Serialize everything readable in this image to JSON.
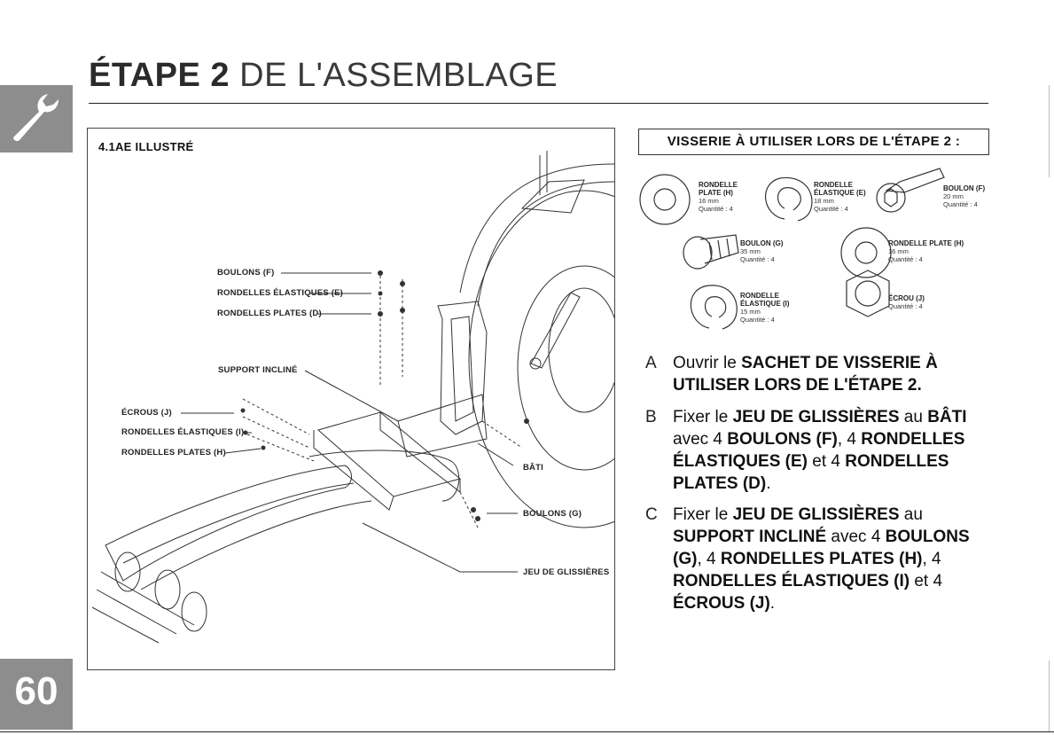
{
  "header": {
    "title_bold": "ÉTAPE 2",
    "title_rest": " DE L'ASSEMBLAGE",
    "page_number": "60",
    "tool_icon": "wrench-icon"
  },
  "figure": {
    "title": "4.1AE ILLUSTRÉ",
    "callouts": {
      "boulons_f": "BOULONS (F)",
      "rondelles_elastiques_e": "RONDELLES ÉLASTIQUES (E)",
      "rondelles_plates_d": "RONDELLES PLATES (D)",
      "support_incline": "SUPPORT INCLINÉ",
      "ecrous_j": "ÉCROUS (J)",
      "rondelles_elastiques_i": "RONDELLES ÉLASTIQUES (I)",
      "rondelles_plates_h": "RONDELLES PLATES (H)",
      "bati": "BÂTI",
      "boulons_g": "BOULONS (G)",
      "jeu_glissieres": "JEU DE GLISSIÈRES"
    }
  },
  "hardware": {
    "title": "VISSERIE À UTILISER LORS DE L'ÉTAPE 2 :",
    "items": [
      {
        "name": "RONDELLE PLATE (H)",
        "name1": "RONDELLE",
        "name2": "PLATE (H)",
        "size": "16 mm",
        "qty": "Quantité : 4"
      },
      {
        "name": "RONDELLE ÉLASTIQUE (E)",
        "name1": "RONDELLE",
        "name2": "ÉLASTIQUE (E)",
        "size": "18 mm",
        "qty": "Quantité : 4"
      },
      {
        "name": "BOULON (F)",
        "name1": "BOULON (F)",
        "size": "20 mm",
        "qty": "Quantité : 4"
      },
      {
        "name": "BOULON (G)",
        "name1": "BOULON (G)",
        "size": "35 mm",
        "qty": "Quantité : 4"
      },
      {
        "name": "RONDELLE PLATE (H)",
        "name1": "RONDELLE PLATE (H)",
        "size": "16 mm",
        "qty": "Quantité : 4"
      },
      {
        "name": "RONDELLE ÉLASTIQUE (I)",
        "name1": "RONDELLE",
        "name2": "ÉLASTIQUE (I)",
        "size": "15 mm",
        "qty": "Quantité : 4"
      },
      {
        "name": "ÉCROU (J)",
        "name1": "ÉCROU (J)",
        "qty": "Quantité : 4"
      }
    ]
  },
  "steps": {
    "a": {
      "letter": "A",
      "t1": "Ouvrir le ",
      "b1": "SACHET DE VISSERIE À UTILISER LORS DE L'ÉTAPE 2.",
      "t2": ""
    },
    "b": {
      "letter": "B",
      "t1": "Fixer le ",
      "b1": "JEU DE GLISSIÈRES",
      "t2": " au ",
      "b2": "BÂTI",
      "t3": " avec 4 ",
      "b3": "BOULONS (F)",
      "t4": ", 4 ",
      "b4": "RONDELLES ÉLASTIQUES (E)",
      "t5": " et 4 ",
      "b5": "RONDELLES PLATES (D)",
      "t6": "."
    },
    "c": {
      "letter": "C",
      "t1": "Fixer le ",
      "b1": "JEU DE GLISSIÈRES",
      "t2": " au ",
      "b2": "SUPPORT INCLINÉ",
      "t3": " avec 4 ",
      "b3": "BOULONS (G)",
      "t4": ", 4 ",
      "b4": "RONDELLES PLATES (H)",
      "t5": ", 4 ",
      "b5": "RONDELLES ÉLASTIQUES (I)",
      "t6": " et 4 ",
      "b6": "ÉCROUS (J)",
      "t7": "."
    }
  }
}
